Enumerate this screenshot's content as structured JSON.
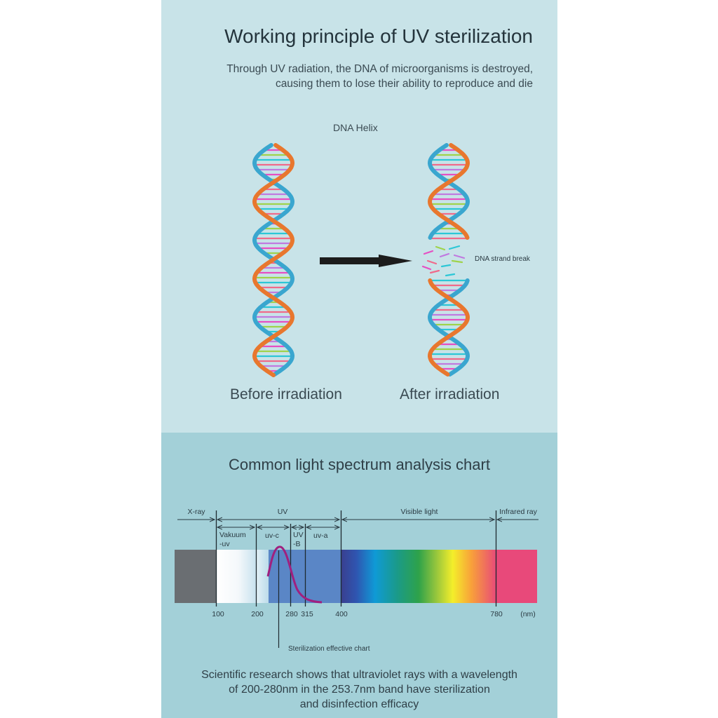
{
  "header": {
    "title": "Working principle of UV sterilization",
    "subtitle_lines": [
      "Through UV radiation, the DNA of microorganisms is destroyed,",
      "causing them to lose their ability to reproduce and die"
    ]
  },
  "dna": {
    "label": "DNA Helix",
    "break_label": "DNA strand break",
    "before_caption": "Before irradiation",
    "after_caption": "After irradiation",
    "colors": {
      "strand_a": "#e8772e",
      "strand_b": "#3aa6cf",
      "rungs": [
        "#e64fc3",
        "#9fd34c",
        "#2cc7d6",
        "#f06a8a",
        "#c07ae0"
      ]
    }
  },
  "spectrum": {
    "title": "Common light spectrum analysis chart",
    "regions": {
      "xray": "X-ray",
      "uv": "UV",
      "visible": "Visible light",
      "infrared": "Infrared ray"
    },
    "sub_regions": {
      "vakuum_line1": "Vakuum",
      "vakuum_line2": "-uv",
      "uvc": "uv-c",
      "uvb_line1": "UV",
      "uvb_line2": "-B",
      "uva": "uv-a"
    },
    "ticks": {
      "t100": "100",
      "t200": "200",
      "t280": "280",
      "t315": "315",
      "t400": "400",
      "t780": "780",
      "unit": "(nm)"
    },
    "curve_label": "Sterilization effective chart",
    "colors": {
      "xray": "#6a6e72",
      "uv_blue": "#5a86c6",
      "infrared": "#e8497a",
      "curve": "#a0207f"
    }
  },
  "footer": {
    "lines": [
      "Scientific research shows that ultraviolet rays with a wavelength",
      "of 200-280nm in the 253.7nm band have sterilization",
      "and disinfection efficacy"
    ]
  }
}
